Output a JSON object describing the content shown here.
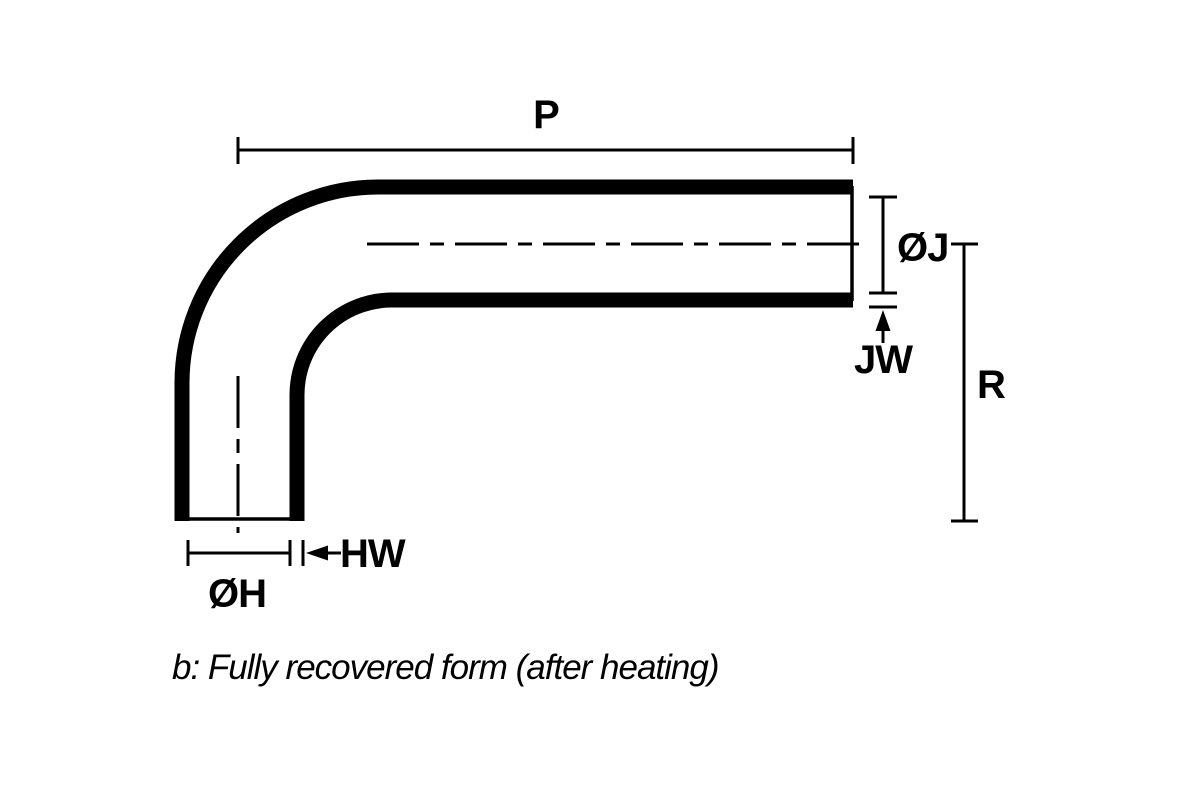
{
  "canvas": {
    "background": "#ffffff",
    "ink": "#000000"
  },
  "figure": {
    "type": "technical-line-drawing",
    "subject": "90-degree elbow tube with dimension callouts"
  },
  "labels": {
    "p": "P",
    "diameter_j": "ØJ",
    "jw": "JW",
    "r": "R",
    "hw": "HW",
    "diameter_h": "ØH"
  },
  "caption": "b: Fully recovered form (after heating)"
}
